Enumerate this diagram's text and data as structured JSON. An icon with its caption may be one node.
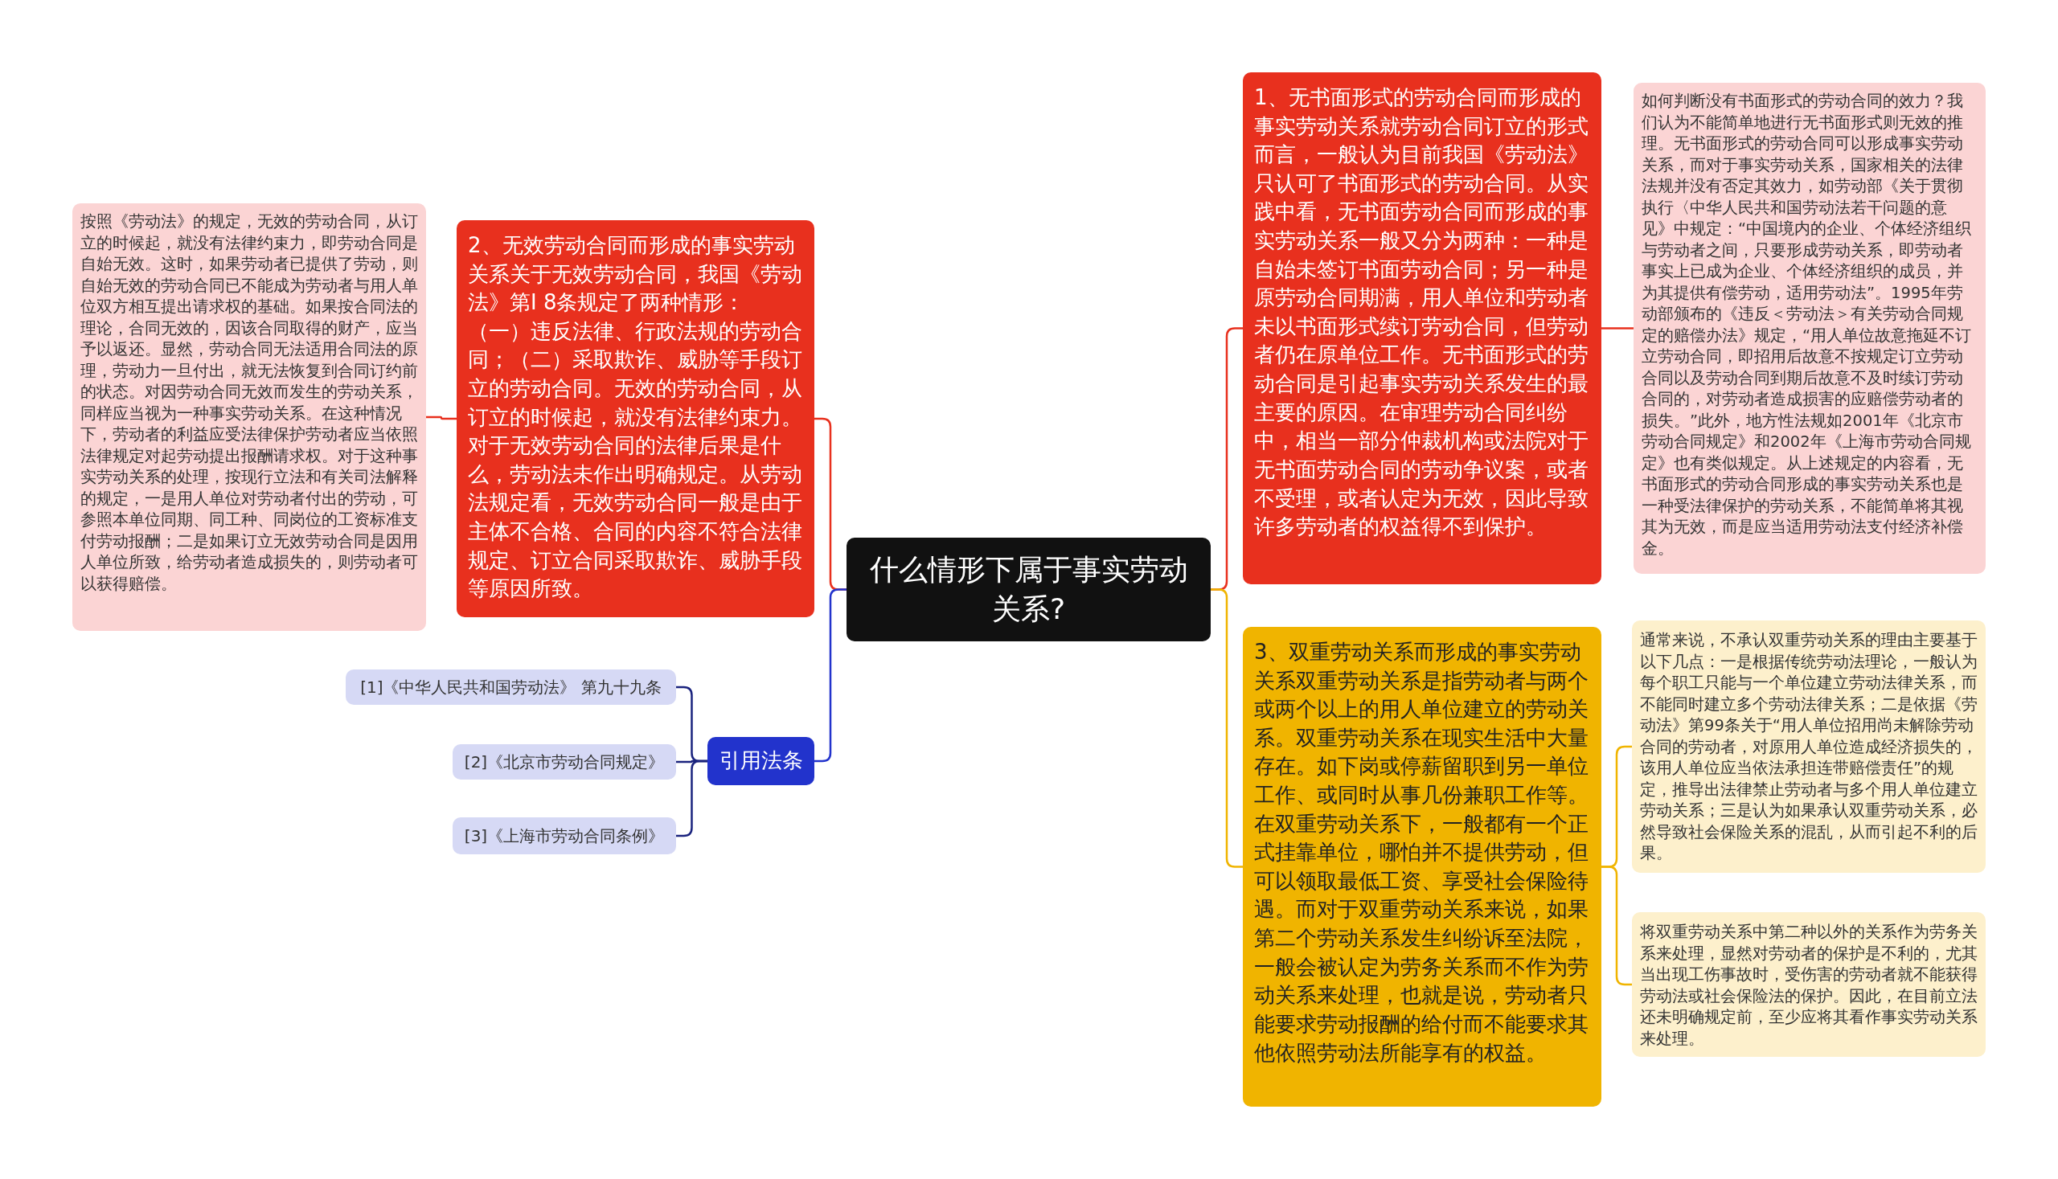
{
  "diagram": {
    "nodes": [
      {
        "text": [
          "什么情形下属于事实劳动关系?"
        ]
      },
      {
        "text": [
          "1、无书面形式的劳动合同而形成的事实劳动关系就劳动合同订立的形式而言，一般认为目前我国《劳动法》只认可了书面形式的劳动合同。从实践中看，无书面劳动合同而形成的事实劳动关系一般又分为两种：一种是自始未签订书面劳动合同；另一种是原劳动合同期满，用人单位和劳动者未以书面形式续订劳动合同，但劳动者仍在原单位工作。无书面形式的劳动合同是引起事实劳动关系发生的最主要的原因。在审理劳动合同纠纷中，相当一部分仲裁机构或法院对于无书面劳动合同的劳动争议案，或者不受理，或者认定为无效，因此导致许多劳动者的权益得不到保护。"
        ]
      },
      {
        "text": [
          "如何判断没有书面形式的劳动合同的效力？我们认为不能简单地进行无书面形式则无效的推理。无书面形式的劳动合同可以形成事实劳动关系，而对于事实劳动关系，国家相关的法律法规并没有否定其效力，如劳动部《关于贯彻执行〈中华人民共和国劳动法若干问题的意见》中规定：“中国境内的企业、个体经济组织与劳动者之间，只要形成劳动关系，即劳动者事实上已成为企业、个体经济组织的成员，并为其提供有偿劳动，适用劳动法”。1995年劳动部颁布的《违反＜劳动法＞有关劳动合同规定的赔偿办法》规定，“用人单位故意拖延不订立劳动合同，即招用后故意不按规定订立劳动合同以及劳动合同到期后故意不及时续订劳动合同的，对劳动者造成损害的应赔偿劳动者的损失。”此外，地方性法规如2001年《北京市劳动合同规定》和2002年《上海市劳动合同规定》也有类似规定。从上述规定的内容看，无书面形式的劳动合同形成的事实劳动关系也是一种受法律保护的劳动关系，不能简单将其视其为无效，而是应当适用劳动法支付经济补偿金。"
        ]
      },
      {
        "text": [
          "3、双重劳动关系而形成的事实劳动关系双重劳动关系是指劳动者与两个或两个以上的用人单位建立的劳动关系。双重劳动关系在现实生活中大量存在。如下岗或停薪留职到另一单位工作、或同时从事几份兼职工作等。在双重劳动关系下，一般都有一个正式挂靠单位，哪怕并不提供劳动，但可以领取最低工资、享受社会保险待遇。而对于双重劳动关系来说，如果第二个劳动关系发生纠纷诉至法院，一般会被认定为劳务关系而不作为劳动关系来处理，也就是说，劳动者只能要求劳动报酬的给付而不能要求其他依照劳动法所能享有的权益。"
        ]
      },
      {
        "text": [
          "通常来说，不承认双重劳动关系的理由主要基于以下几点：一是根据传统劳动法理论，一般认为每个职工只能与一个单位建立劳动法律关系，而不能同时建立多个劳动法律关系；二是依据《劳动法》第99条关于“用人单位招用尚未解除劳动合同的劳动者，对原用人单位造成经济损失的，该用人单位应当依法承担连带赔偿责任”的规定，推导出法律禁止劳动者与多个用人单位建立劳动关系；三是认为如果承认双重劳动关系，必然导致社会保险关系的混乱，从而引起不利的后果。"
        ]
      },
      {
        "text": [
          "将双重劳动关系中第二种以外的关系作为劳务关系来处理，显然对劳动者的保护是不利的，尤其当出现工伤事故时，受伤害的劳动者就不能获得劳动法或社会保险法的保护。因此，在目前立法还未明确规定前，至少应将其看作事实劳动关系来处理。"
        ]
      },
      {
        "text": [
          "2、无效劳动合同而形成的事实劳动关系关于无效劳动合同，我国《劳动法》第I 8条规定了两种情形：（一）违反法律、行政法规的劳动合同；（二）采取欺诈、威胁等手段订立的劳动合同。无效的劳动合同，从订立的时候起，就没有法律约束力。对于无效劳动合同的法律后果是什么，劳动法未作出明确规定。从劳动法规定看，无效劳动合同一般是由于主体不合格、合同的内容不符合法律规定、订立合同采取欺诈、威胁手段等原因所致。"
        ]
      },
      {
        "text": [
          "按照《劳动法》的规定，无效的劳动合同，从订立的时候起，就没有法律约束力，即劳动合同是自始无效。这时，如果劳动者已提供了劳动，则自始无效的劳动合同已不能成为劳动者与用人单位双方相互提出请求权的基础。如果按合同法的理论，合同无效的，因该合同取得的财产，应当予以返还。显然，劳动合同无法适用合同法的原理，劳动力一旦付出，就无法恢复到合同订约前的状态。对因劳动合同无效而发生的劳动关系，同样应当视为一种事实劳动关系。在这种情况下，劳动者的利益应受法律保护劳动者应当依照法律规定对起劳动提出报酬请求权。对于这种事实劳动关系的处理，按现行立法和有关司法解释的规定，一是用人单位对劳动者付出的劳动，可参照本单位同期、同工种、同岗位的工资标准支付劳动报酬；二是如果订立无效劳动合同是因用人单位所致，给劳动者造成损失的，则劳动者可以获得赔偿。"
        ]
      },
      {
        "text": [
          "引用法条"
        ]
      },
      {
        "text": [
          "[1]《中华人民共和国劳动法》 第九十九条"
        ]
      },
      {
        "text": [
          "[2]《北京市劳动合同规定》"
        ]
      },
      {
        "text": [
          "[3]《上海市劳动合同条例》"
        ]
      }
    ],
    "edges": [
      {
        "from": 0,
        "to": 1,
        "arrow": "none"
      },
      {
        "from": 1,
        "to": 2,
        "arrow": "none"
      },
      {
        "from": 0,
        "to": 3,
        "arrow": "none",
        "color": "#f0b400"
      },
      {
        "from": 3,
        "to": 4,
        "arrow": "none",
        "color": "#f0b400"
      },
      {
        "from": 3,
        "to": 5,
        "arrow": "none",
        "color": "#f0b400"
      },
      {
        "from": 0,
        "to": 6,
        "arrow": "none"
      },
      {
        "from": 6,
        "to": 7,
        "arrow": "none"
      },
      {
        "from": 0,
        "to": 8,
        "arrow": "none",
        "color": "#2233cc"
      },
      {
        "from": 8,
        "to": 9,
        "arrow": "none",
        "color": "#1a237e"
      },
      {
        "from": 8,
        "to": 10,
        "arrow": "none",
        "color": "#1a237e"
      },
      {
        "from": 8,
        "to": 11,
        "arrow": "none",
        "color": "#1a237e"
      }
    ]
  }
}
